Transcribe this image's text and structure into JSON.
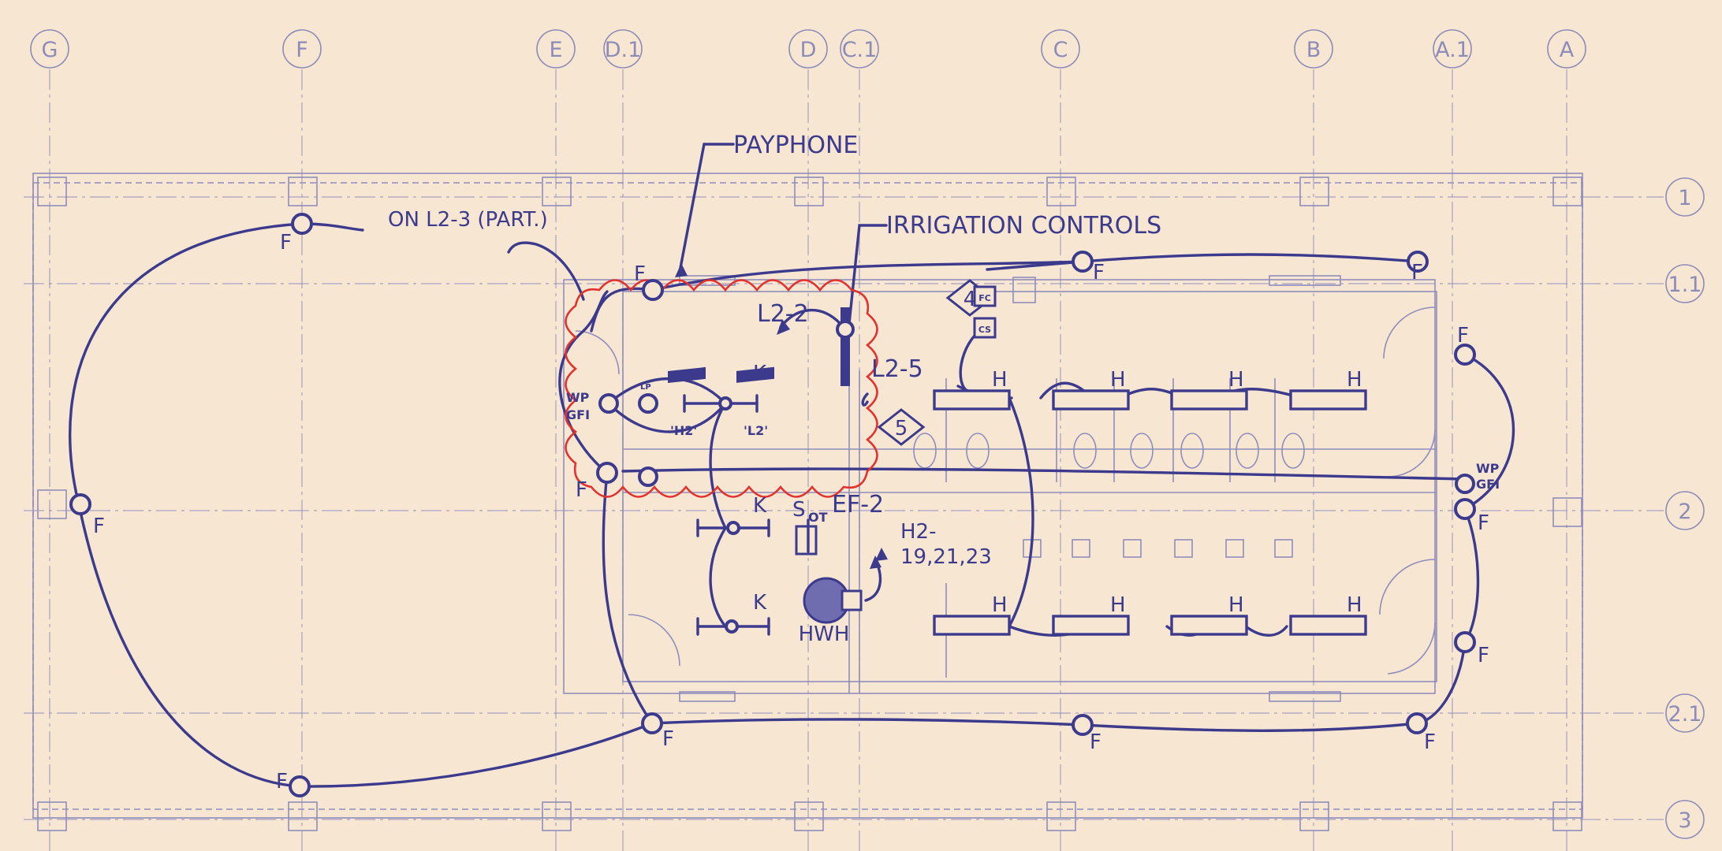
{
  "grid": {
    "columns": [
      "G",
      "F",
      "E",
      "D.1",
      "D",
      "C.1",
      "C",
      "B",
      "A.1",
      "A"
    ],
    "rows": [
      "1",
      "1.1",
      "2",
      "2.1",
      "3"
    ]
  },
  "callouts": {
    "payphone": "PAYPHONE",
    "irrigation": "IRRIGATION CONTROLS",
    "circuit_note": "ON L2-3 (PART.)"
  },
  "circuits": {
    "l2_2": "L2-2",
    "l2_5": "L2-5",
    "ef2": "EF-2",
    "h2_line1": "H2-",
    "h2_line2": "19,21,23",
    "ef_tag": "OT",
    "ef_tag_prefix": "S"
  },
  "tags": {
    "tag4": "4",
    "tag5": "5"
  },
  "equipment": {
    "hwh": "HWH",
    "fc": "FC",
    "cs": "CS",
    "panel_h2": "'H2'",
    "panel_l2": "'L2'",
    "wp": "WP",
    "gfi": "GFI",
    "k": "K",
    "h": "H",
    "f": "F",
    "lp": "LP"
  }
}
